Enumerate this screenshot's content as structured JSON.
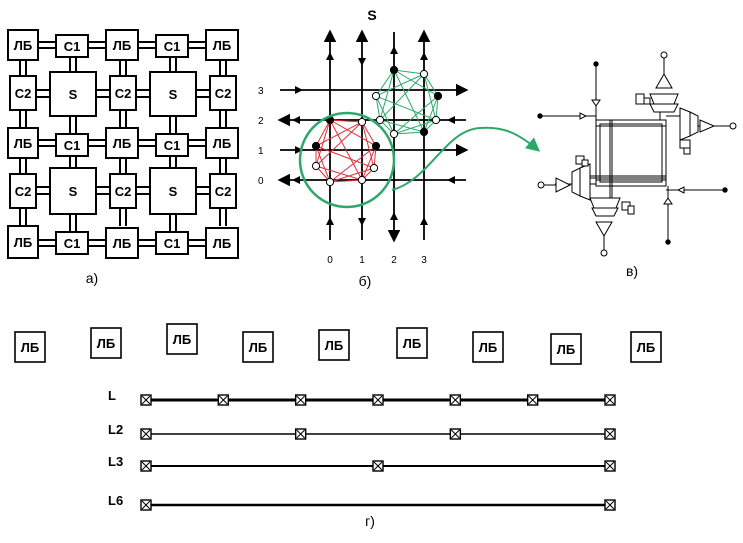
{
  "panel_a": {
    "caption": "а)",
    "row_pattern_odd": [
      "ЛБ",
      "С1",
      "ЛБ",
      "С1",
      "ЛБ"
    ],
    "row_pattern_even": [
      "С2",
      "S",
      "С2",
      "S",
      "С2"
    ]
  },
  "panel_b": {
    "caption": "б)",
    "title": "S",
    "rows": [
      "3",
      "2",
      "1",
      "0"
    ],
    "cols": [
      "0",
      "1",
      "2",
      "3"
    ],
    "colors": {
      "red": "#e0303a",
      "green": "#2ea86a",
      "arrow": "#2ea86a"
    }
  },
  "panel_v": {
    "caption": "в)"
  },
  "panel_g": {
    "caption": "г)",
    "blocks": [
      "ЛБ",
      "ЛБ",
      "ЛБ",
      "ЛБ",
      "ЛБ",
      "ЛБ",
      "ЛБ",
      "ЛБ",
      "ЛБ"
    ],
    "lines": [
      {
        "label": "L",
        "span": 1
      },
      {
        "label": "L2",
        "span": 2
      },
      {
        "label": "L3",
        "span": 3
      },
      {
        "label": "L6",
        "span": 6
      }
    ]
  }
}
